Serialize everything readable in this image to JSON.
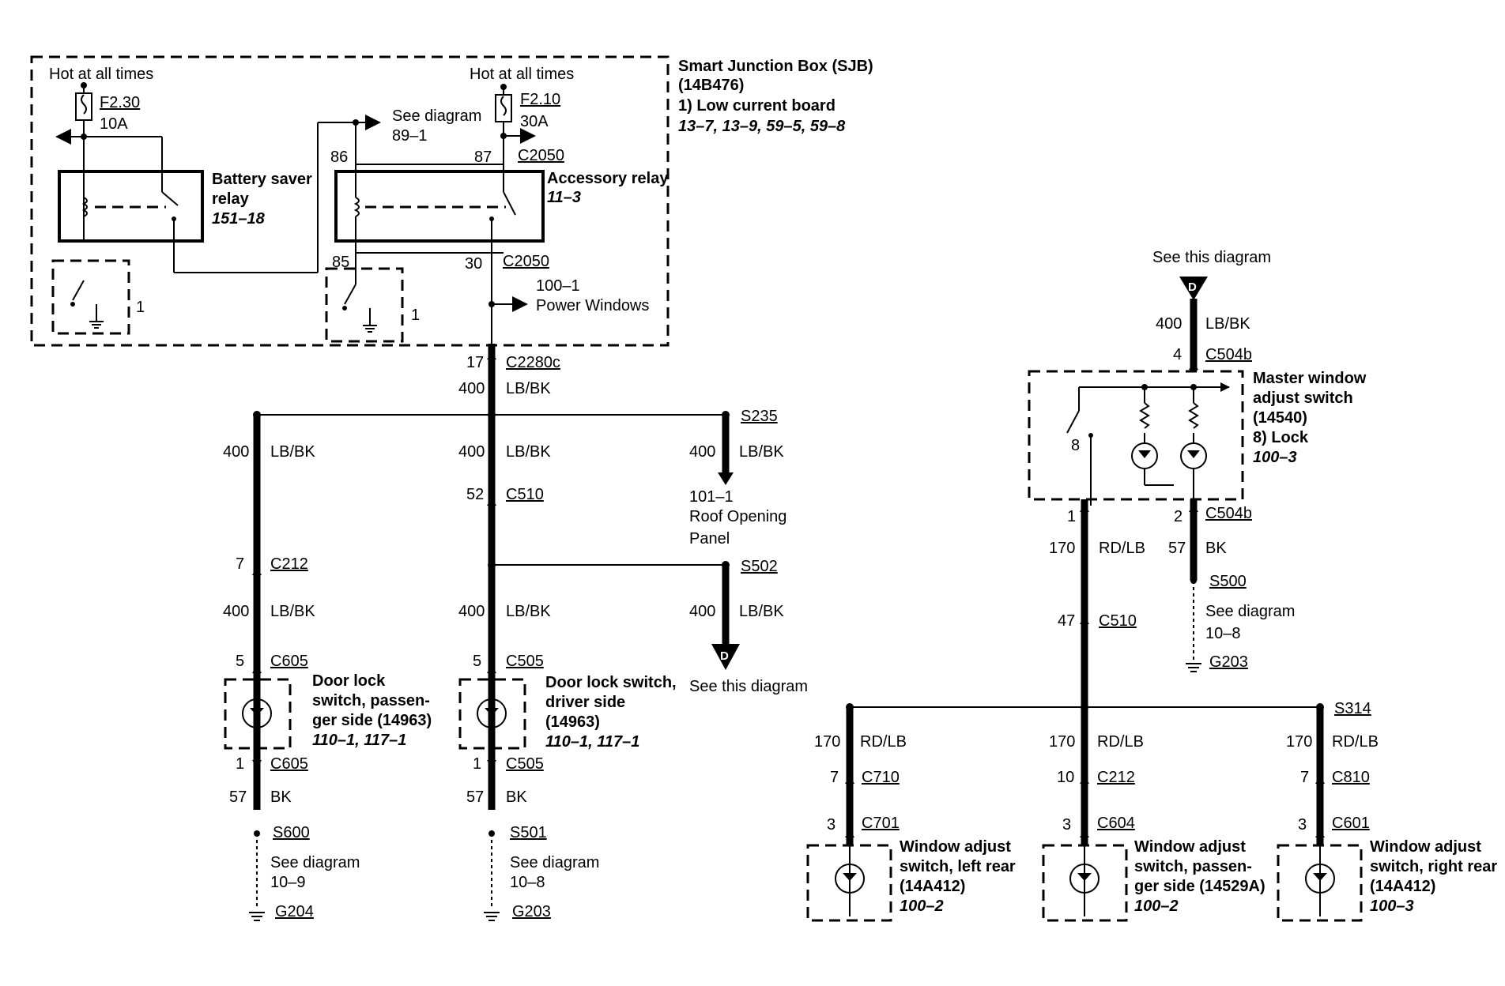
{
  "sjb": {
    "title": "Smart Junction Box (SJB)",
    "part": "(14B476)",
    "board": "1)   Low current board",
    "refs": "13–7, 13–9, 59–5, 59–8",
    "hot1": "Hot at all times",
    "hot2": "Hot at all times",
    "fuse1_name": "F2.30",
    "fuse1_amp": "10A",
    "fuse2_name": "F2.10",
    "fuse2_amp": "30A",
    "see_diagram": "See diagram",
    "see_diagram_ref": "89–1",
    "pin86": "86",
    "pin87": "87",
    "pin85": "85",
    "pin30": "30",
    "c2050_a": "C2050",
    "c2050_b": "C2050",
    "battery_saver_l1": "Battery saver",
    "battery_saver_l2": "relay",
    "battery_saver_ref": "151–18",
    "accessory_l1": "Accessory relay",
    "accessory_ref": "11–3",
    "switch1_label": "1",
    "switch2_label": "1",
    "pw_ref": "100–1",
    "pw_label": "Power Windows"
  },
  "trunk": {
    "pin17": "17",
    "c2280c": "C2280c",
    "circuit": "400",
    "color": "LB/BK"
  },
  "left_branch": {
    "circuit1": "400",
    "color1": "LB/BK",
    "pin7": "7",
    "c212": "C212",
    "circuit2": "400",
    "color2": "LB/BK",
    "pin5": "5",
    "c605a": "C605",
    "switch_l1": "Door lock",
    "switch_l2": "switch, passen-",
    "switch_l3": "ger side (14963)",
    "switch_ref": "110–1, 117–1",
    "pin1": "1",
    "c605b": "C605",
    "circuit3": "57",
    "color3": "BK",
    "splice": "S600",
    "see": "See diagram",
    "see_ref": "10–9",
    "ground": "G204"
  },
  "mid_branch": {
    "circuit1": "400",
    "color1": "LB/BK",
    "pin52": "52",
    "c510": "C510",
    "circuit2": "400",
    "color2": "LB/BK",
    "pin5": "5",
    "c505a": "C505",
    "switch_l1": "Door lock switch,",
    "switch_l2": "driver side",
    "switch_l3": "(14963)",
    "switch_ref": "110–1, 117–1",
    "pin1": "1",
    "c505b": "C505",
    "circuit3": "57",
    "color3": "BK",
    "splice": "S501",
    "see": "See diagram",
    "see_ref": "10–8",
    "ground": "G203"
  },
  "right_top": {
    "splice": "S235",
    "circuit": "400",
    "color": "LB/BK",
    "ref": "101–1",
    "dest_l1": "Roof Opening",
    "dest_l2": "Panel"
  },
  "right_s502": {
    "splice": "S502",
    "circuit": "400",
    "color": "LB/BK",
    "conn_letter": "D",
    "see_this": "See this diagram"
  },
  "master": {
    "see_this": "See this diagram",
    "conn_letter": "D",
    "circuit_in": "400",
    "color_in": "LB/BK",
    "pin4": "4",
    "c504b_top": "C504b",
    "title_l1": "Master window",
    "title_l2": "adjust switch",
    "title_l3": "(14540)",
    "title_l4": "8)   Lock",
    "ref": "100–3",
    "pin8": "8",
    "pin1": "1",
    "pin2": "2",
    "c504b_bot": "C504b",
    "circuit_a": "170",
    "color_a": "RD/LB",
    "circuit_b": "57",
    "color_b": "BK",
    "s500": "S500",
    "see": "See diagram",
    "see_ref": "10–8",
    "ground": "G203",
    "pin47": "47",
    "c510": "C510",
    "s314": "S314"
  },
  "rear_left": {
    "circuit": "170",
    "color": "RD/LB",
    "pin7": "7",
    "c710": "C710",
    "pin3": "3",
    "c701": "C701",
    "l1": "Window adjust",
    "l2": "switch, left rear",
    "l3": "(14A412)",
    "ref": "100–2"
  },
  "rear_pass": {
    "circuit": "170",
    "color": "RD/LB",
    "pin10": "10",
    "c212": "C212",
    "pin3": "3",
    "c604": "C604",
    "l1": "Window adjust",
    "l2": "switch, passen-",
    "l3": "ger side (14529A)",
    "ref": "100–2"
  },
  "rear_right": {
    "circuit": "170",
    "color": "RD/LB",
    "pin7": "7",
    "c810": "C810",
    "pin3": "3",
    "c601": "C601",
    "l1": "Window adjust",
    "l2": "switch, right rear",
    "l3": "(14A412)",
    "ref": "100–3"
  }
}
